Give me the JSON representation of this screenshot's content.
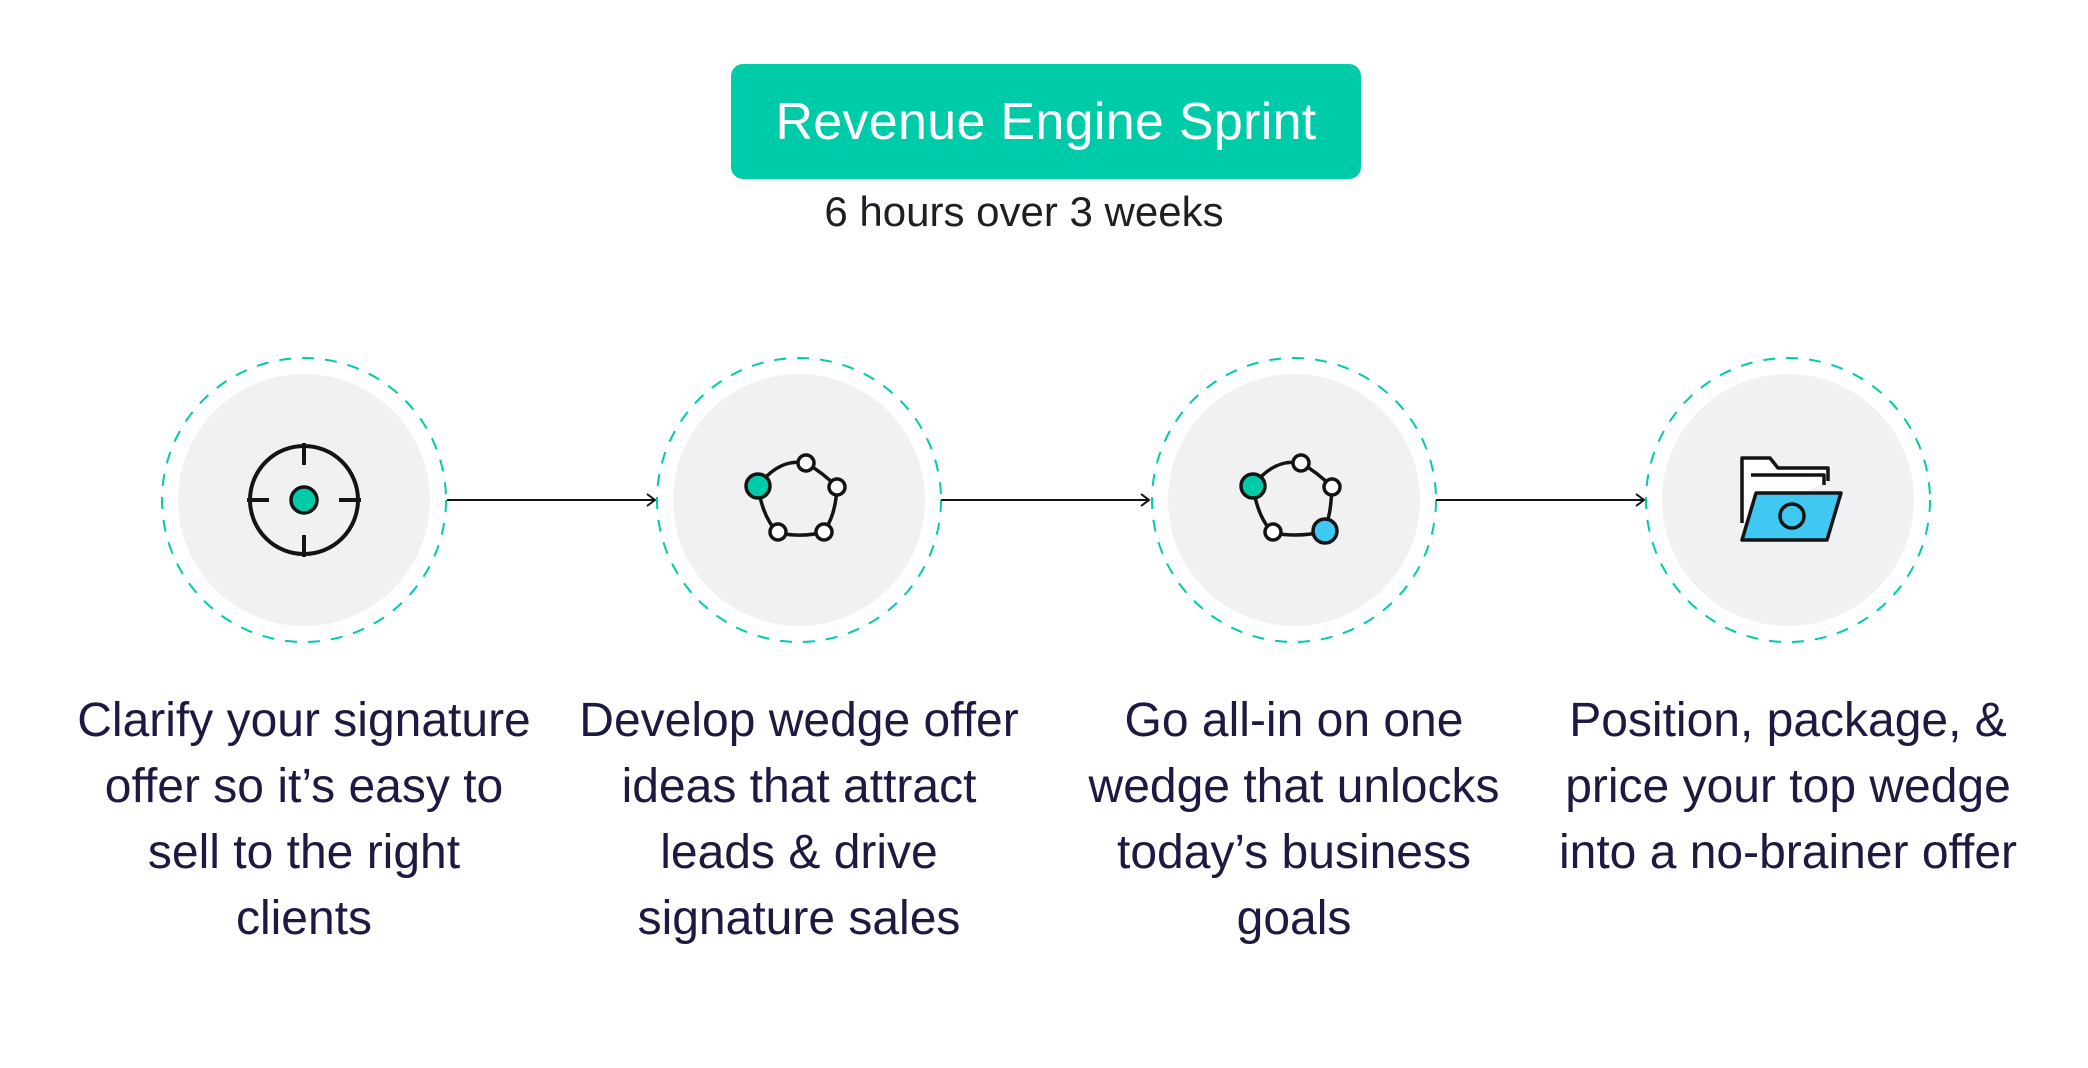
{
  "header": {
    "title": "Revenue Engine Sprint",
    "subtitle": "6 hours over 3 weeks"
  },
  "colors": {
    "accent": "#00cba9",
    "accent_blue": "#3fc8f2",
    "text": "#1c1a40",
    "disc": "#f1f1f3"
  },
  "steps": [
    {
      "icon": "target-icon",
      "caption": "Clarify your signature offer so it’s easy to sell to the right clients"
    },
    {
      "icon": "network-pentagon-icon",
      "caption": "Develop wedge offer ideas that attract leads & drive signature sales"
    },
    {
      "icon": "network-pentagon-highlight-icon",
      "caption": "Go all-in on one wedge that unlocks today’s business goals"
    },
    {
      "icon": "folder-offer-icon",
      "caption": "Position, package, & price your top wedge into a no-brainer offer"
    }
  ]
}
